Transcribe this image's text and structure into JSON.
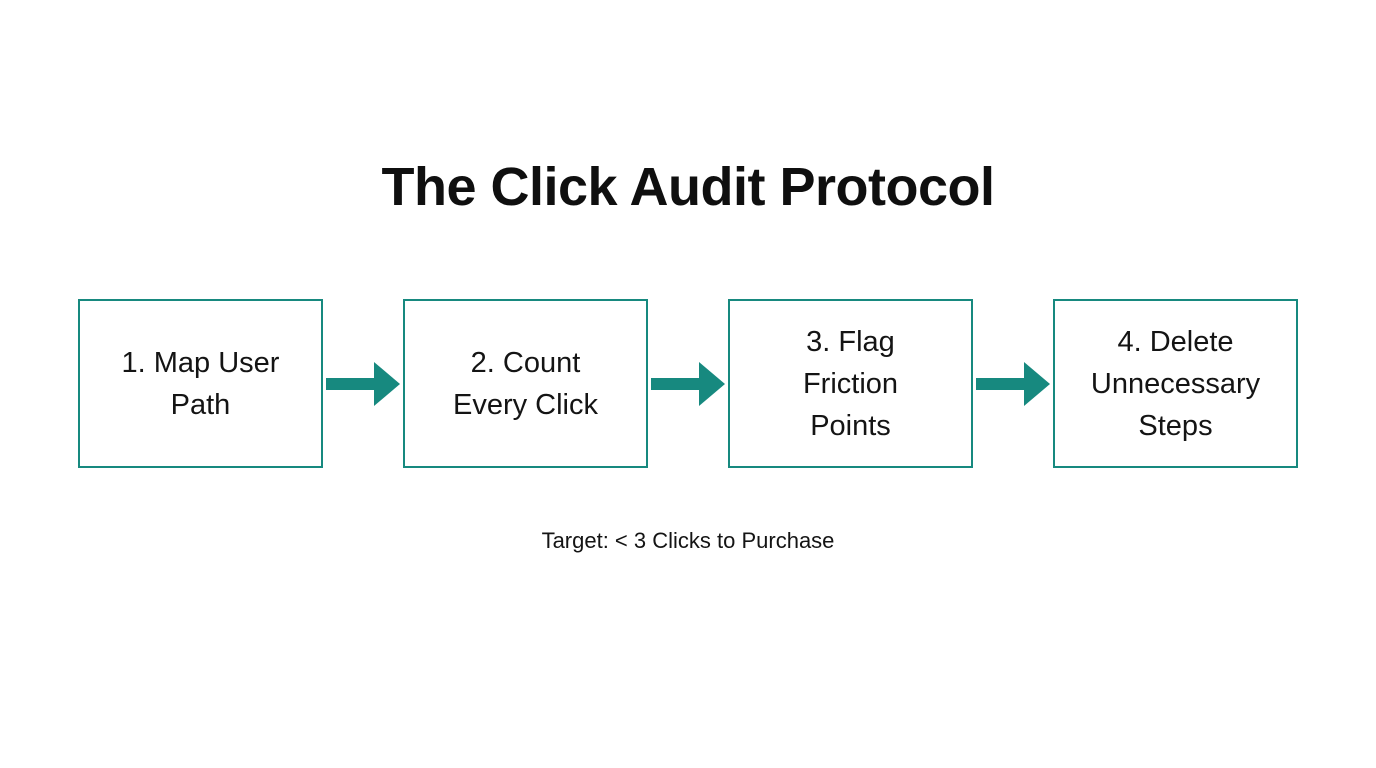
{
  "title": "The Click Audit Protocol",
  "steps": [
    {
      "label": "1. Map User Path",
      "lines": [
        "1. Map User",
        "Path"
      ]
    },
    {
      "label": "2. Count Every Click",
      "lines": [
        "2. Count",
        "Every Click"
      ]
    },
    {
      "label": "3. Flag Friction Points",
      "lines": [
        "3. Flag",
        "Friction",
        "Points"
      ]
    },
    {
      "label": "4. Delete Unnecessary Steps",
      "lines": [
        "4. Delete",
        "Unnecessary",
        "Steps"
      ]
    }
  ],
  "caption": "Target: < 3 Clicks to Purchase",
  "colors": {
    "accent": "#17897F",
    "background": "#FFFFFF",
    "text": "#141414",
    "title_text": "#0F0F0F"
  }
}
